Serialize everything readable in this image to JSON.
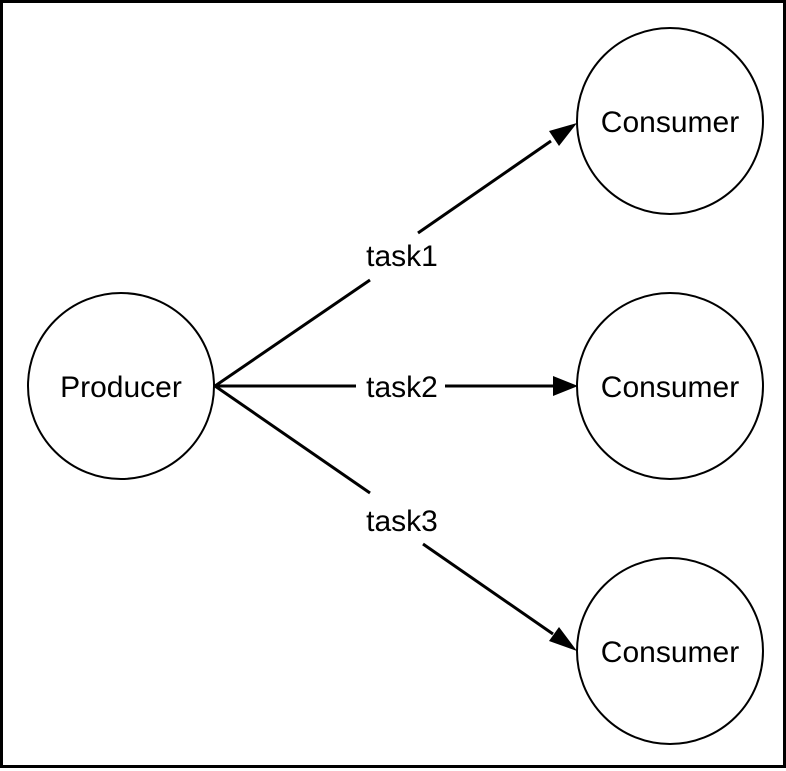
{
  "diagram": {
    "producer": {
      "label": "Producer"
    },
    "consumers": [
      {
        "label": "Consumer"
      },
      {
        "label": "Consumer"
      },
      {
        "label": "Consumer"
      }
    ],
    "edges": [
      {
        "label": "task1"
      },
      {
        "label": "task2"
      },
      {
        "label": "task3"
      }
    ]
  }
}
